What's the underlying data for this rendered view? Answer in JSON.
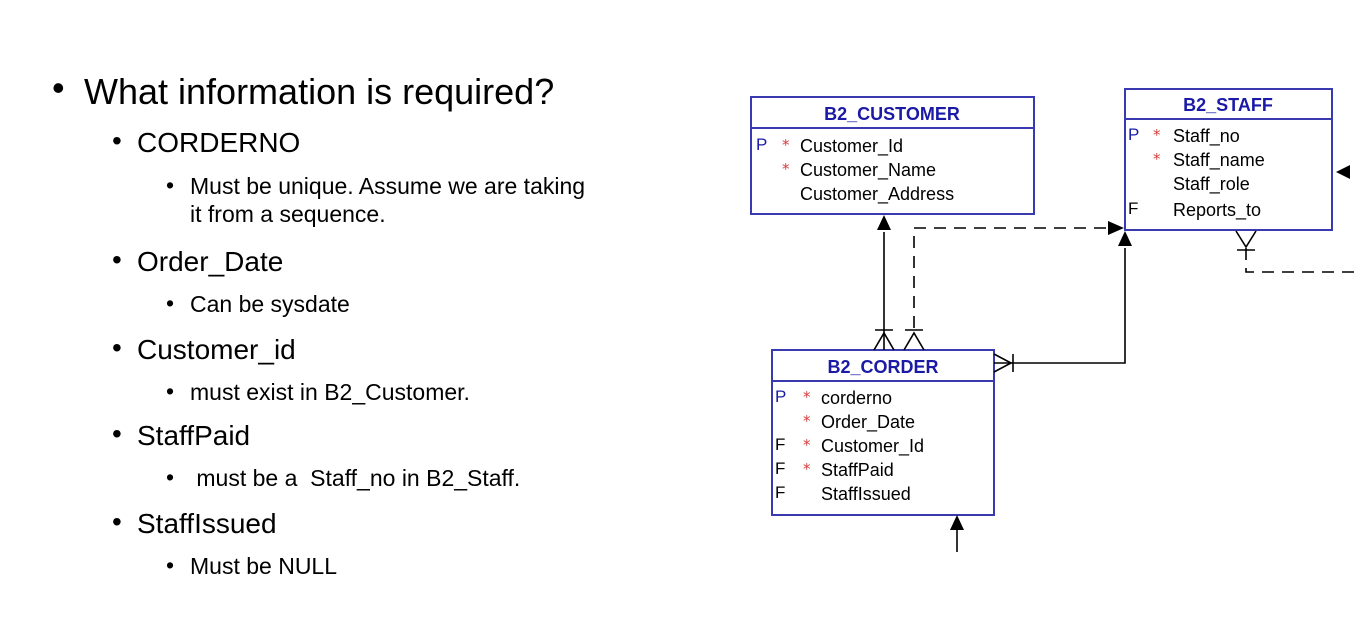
{
  "bullets": {
    "question": "What information is required?",
    "items": [
      {
        "name": "CORDERNO",
        "notes": [
          "Must be unique.  Assume we are taking it from a sequence."
        ]
      },
      {
        "name": "Order_Date",
        "notes": [
          "Can be sysdate"
        ]
      },
      {
        "name": "Customer_id",
        "notes": [
          "must exist in B2_Customer."
        ]
      },
      {
        "name": "StaffPaid",
        "notes": [
          " must be a  Staff_no in B2_Staff."
        ]
      },
      {
        "name": "StaffIssued",
        "notes": [
          "Must be NULL"
        ]
      }
    ]
  },
  "erd": {
    "colors": {
      "border": "#3a3ab0",
      "title": "#1a1aa6",
      "mandatory": "#d63a3a",
      "line": "#000000"
    },
    "tables": {
      "customer": {
        "title": "B2_CUSTOMER",
        "columns": [
          {
            "key": "P",
            "mandatory": true,
            "name": "Customer_Id"
          },
          {
            "key": "",
            "mandatory": true,
            "name": "Customer_Name"
          },
          {
            "key": "",
            "mandatory": false,
            "name": "Customer_Address"
          }
        ]
      },
      "staff": {
        "title": "B2_STAFF",
        "columns": [
          {
            "key": "P",
            "mandatory": true,
            "name": "Staff_no"
          },
          {
            "key": "",
            "mandatory": true,
            "name": "Staff_name"
          },
          {
            "key": "",
            "mandatory": false,
            "name": "Staff_role"
          },
          {
            "key": "F",
            "mandatory": false,
            "name": "Reports_to"
          }
        ]
      },
      "corder": {
        "title": "B2_CORDER",
        "columns": [
          {
            "key": "P",
            "mandatory": true,
            "name": "corderno"
          },
          {
            "key": "",
            "mandatory": true,
            "name": "Order_Date"
          },
          {
            "key": "F",
            "mandatory": true,
            "name": "Customer_Id"
          },
          {
            "key": "F",
            "mandatory": true,
            "name": "StaffPaid"
          },
          {
            "key": "F",
            "mandatory": false,
            "name": "StaffIssued"
          }
        ]
      }
    },
    "mandatory_marker": "*"
  }
}
